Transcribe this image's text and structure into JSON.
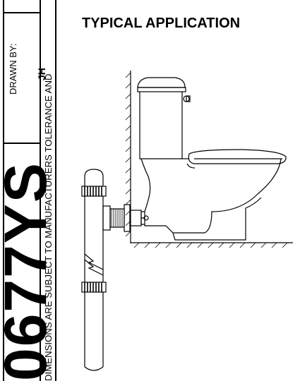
{
  "title_block": {
    "part_code": "0677YS",
    "drawn_by_label": "DRAWN BY:",
    "drawn_by_value": "JH"
  },
  "note": "DIMENSIONS ARE SUBJECT TO MANUFACTURERS TOLERANCE AND",
  "heading": "TYPICAL APPLICATION"
}
